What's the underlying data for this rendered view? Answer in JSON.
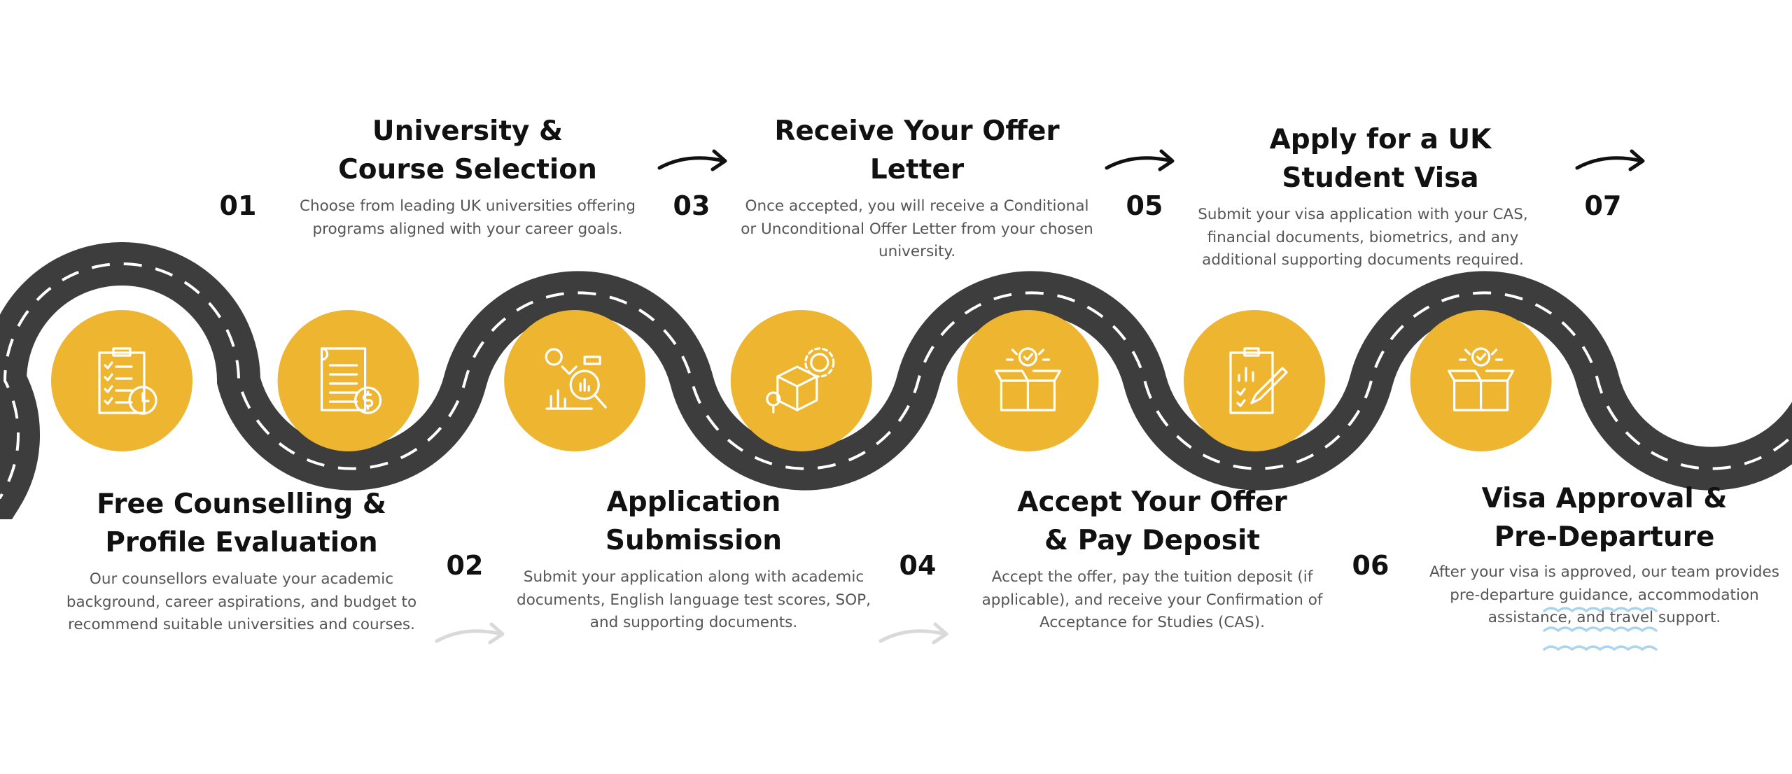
{
  "colors": {
    "road": "#3d3d3d",
    "road_dash": "#ffffff",
    "circle": "#edb530",
    "icon_stroke": "#ffffff",
    "arrow_dark": "#111111",
    "arrow_light": "#d9d9d9",
    "wave": "#a9d4ef",
    "title_text": "#111111",
    "desc_text": "#555555"
  },
  "steps": [
    {
      "number": "01",
      "title": "Free Counselling &\nProfile Evaluation",
      "description": "Our counsellors evaluate your academic\nbackground, career aspirations, and budget to\nrecommend suitable universities and courses.",
      "icon": "clipboard-clock-icon"
    },
    {
      "number": "02",
      "title": "University &\nCourse Selection",
      "description": "Choose from leading UK universities offering\nprograms aligned with your career goals.",
      "icon": "documents-coin-icon"
    },
    {
      "number": "03",
      "title": "Application\nSubmission",
      "description": "Submit your application along with academic\ndocuments, English language test scores, SOP,\nand supporting documents.",
      "icon": "analysis-chart-icon"
    },
    {
      "number": "04",
      "title": "Receive Your Offer\nLetter",
      "description": "Once accepted, you will receive a Conditional\nor Unconditional Offer Letter from your chosen\nuniversity.",
      "icon": "package-gear-icon"
    },
    {
      "number": "05",
      "title": "Accept Your Offer\n& Pay Deposit",
      "description": "Accept the offer, pay the tuition deposit (if\napplicable), and receive your Confirmation of\nAcceptance for Studies (CAS).",
      "icon": "open-box-check-icon"
    },
    {
      "number": "06",
      "title": "Apply for a UK\nStudent Visa",
      "description": "Submit your visa application with your CAS,\nfinancial documents, biometrics, and any\nadditional supporting documents required.",
      "icon": "clipboard-pencil-icon"
    },
    {
      "number": "07",
      "title": "Visa Approval &\nPre-Departure",
      "description": "After your visa is approved, our team provides\npre-departure guidance, accommodation\nassistance, and travel support.",
      "icon": "open-box-check-icon"
    }
  ]
}
